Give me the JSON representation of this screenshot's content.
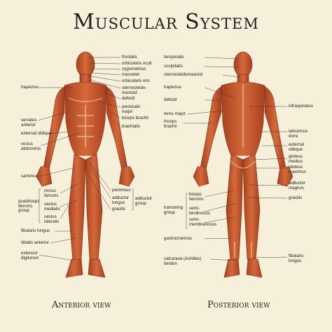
{
  "title": "Muscular System",
  "views": {
    "anterior": "Anterior view",
    "posterior": "Posterior view"
  },
  "anterior_right_labels": [
    "frontalis",
    "orbicularis oculi",
    "zygomaticus",
    "masseter",
    "orbicularis oris",
    "sternocleido-\nmastoid",
    "deltoid",
    "pectoralis\nmajor",
    "biceps brachii",
    "brachialis",
    "pectineus",
    "adductor\nlongus",
    "gracilis"
  ],
  "anterior_adductor_group": "adductor\ngroup",
  "anterior_left_labels": [
    "trapezius",
    "serratus\nanterior",
    "external oblique",
    "rectus\nabdominis",
    "sartorius",
    "rectus\nfemoris",
    "vastus\nmedialis",
    "vastus\nlateralis",
    "fibularis longus",
    "tibialis anterior",
    "extensor\ndigitorum"
  ],
  "anterior_quadriceps_group": "quadriceps\nfemoris\ngroup",
  "posterior_left_labels": [
    "temporalis",
    "occipitalis",
    "sternocleidomastoid",
    "trapezius",
    "deltoid",
    "teres major",
    "triceps\nbrachii",
    "biceps\nfemoris",
    "semi-\ntendinosus",
    "semi-\nmembranosus",
    "gastrocnemius",
    "calcaneal (Achilles)\ntendon"
  ],
  "posterior_hamstring_group": "hamstring\ngroup",
  "posterior_right_labels": [
    "infraspinatus",
    "latissimus\ndorsi",
    "external\noblique",
    "gluteus\nmedius",
    "gluteus\nmaximus",
    "adductor\nmagnus",
    "gracilis",
    "fibularis\nlongus"
  ],
  "colors": {
    "background": "#f6efd9",
    "muscle": "#c8572e",
    "muscle_dark": "#8e3318",
    "tendon": "#f0d3ad",
    "text": "#222222"
  }
}
